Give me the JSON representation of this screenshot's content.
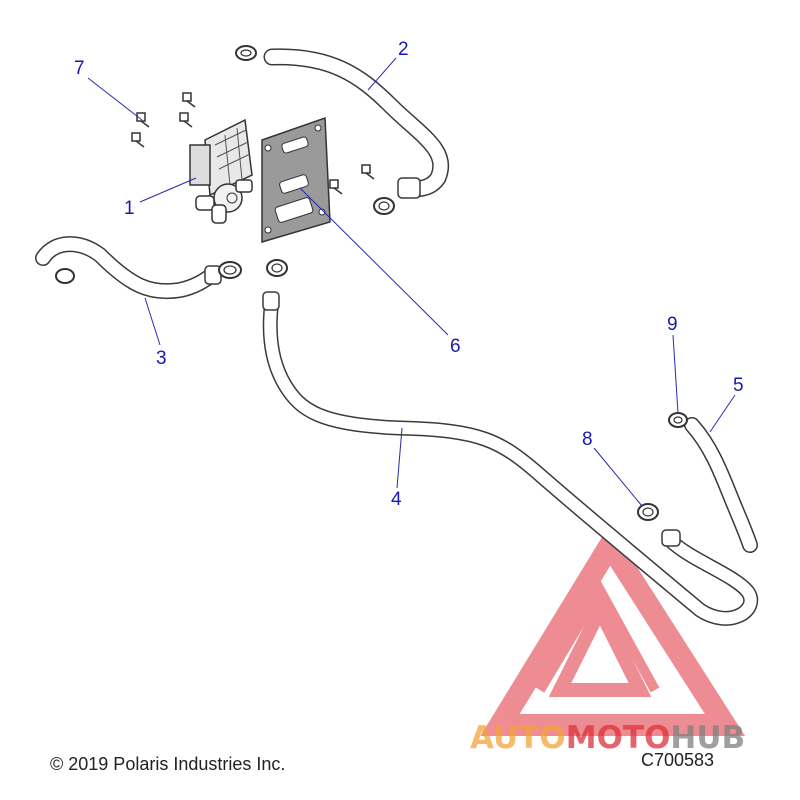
{
  "colors": {
    "callout": "#1a1aa8",
    "leader": "#2a2ab0",
    "part_line": "#3a3a3a",
    "watermark_red": "#e0303a",
    "watermark_orange": "#f2a33a",
    "watermark_gray": "#808080"
  },
  "callouts": [
    "1",
    "2",
    "3",
    "4",
    "5",
    "6",
    "7",
    "8",
    "9"
  ],
  "watermark": {
    "part1": "AUTO",
    "part2": "MOTO",
    "part3": "HUB"
  },
  "footer": {
    "copyright": "© 2019 Polaris Industries Inc.",
    "code": "C700583"
  }
}
